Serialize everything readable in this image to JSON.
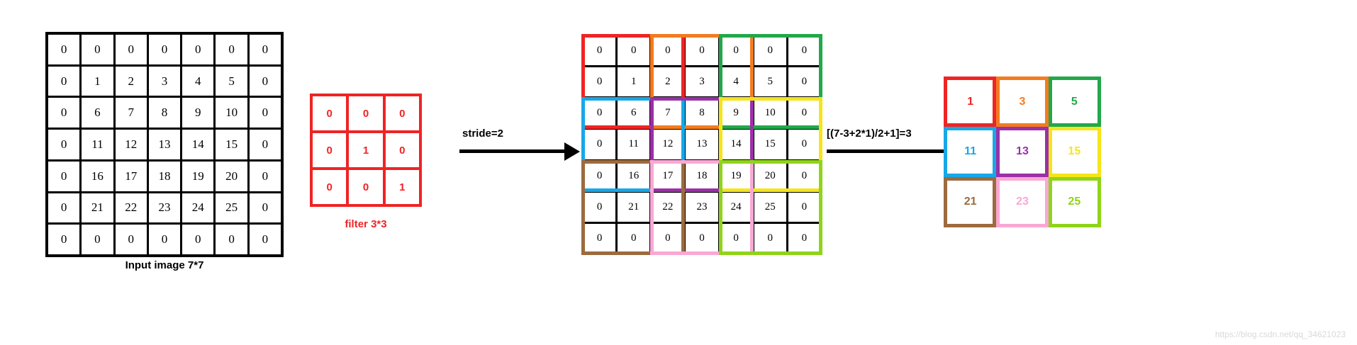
{
  "input": {
    "caption": "Input image 7*7",
    "rows": [
      [
        "0",
        "0",
        "0",
        "0",
        "0",
        "0",
        "0"
      ],
      [
        "0",
        "1",
        "2",
        "3",
        "4",
        "5",
        "0"
      ],
      [
        "0",
        "6",
        "7",
        "8",
        "9",
        "10",
        "0"
      ],
      [
        "0",
        "11",
        "12",
        "13",
        "14",
        "15",
        "0"
      ],
      [
        "0",
        "16",
        "17",
        "18",
        "19",
        "20",
        "0"
      ],
      [
        "0",
        "21",
        "22",
        "23",
        "24",
        "25",
        "0"
      ],
      [
        "0",
        "0",
        "0",
        "0",
        "0",
        "0",
        "0"
      ]
    ]
  },
  "filter": {
    "caption": "filter 3*3",
    "color": "#ef2424",
    "rows": [
      [
        "0",
        "0",
        "0"
      ],
      [
        "0",
        "1",
        "0"
      ],
      [
        "0",
        "0",
        "1"
      ]
    ]
  },
  "arrows": {
    "stride_label": "stride=2",
    "formula_label": "[(7-3+2*1)/2+1]=3"
  },
  "middle": {
    "rows": [
      [
        "0",
        "0",
        "0",
        "0",
        "0",
        "0",
        "0"
      ],
      [
        "0",
        "1",
        "2",
        "3",
        "4",
        "5",
        "0"
      ],
      [
        "0",
        "6",
        "7",
        "8",
        "9",
        "10",
        "0"
      ],
      [
        "0",
        "11",
        "12",
        "13",
        "14",
        "15",
        "0"
      ],
      [
        "0",
        "16",
        "17",
        "18",
        "19",
        "20",
        "0"
      ],
      [
        "0",
        "21",
        "22",
        "23",
        "24",
        "25",
        "0"
      ],
      [
        "0",
        "0",
        "0",
        "0",
        "0",
        "0",
        "0"
      ]
    ],
    "windows": [
      {
        "name": "window-red",
        "color": "#ef2424",
        "row": 0,
        "col": 0
      },
      {
        "name": "window-orange",
        "color": "#f47b20",
        "row": 0,
        "col": 2
      },
      {
        "name": "window-green",
        "color": "#22a84a",
        "row": 0,
        "col": 4
      },
      {
        "name": "window-blue",
        "color": "#17a8e8",
        "row": 2,
        "col": 0
      },
      {
        "name": "window-purple",
        "color": "#9b30a8",
        "row": 2,
        "col": 2
      },
      {
        "name": "window-yellow",
        "color": "#f5e51a",
        "row": 2,
        "col": 4
      },
      {
        "name": "window-brown",
        "color": "#9c6b3f",
        "row": 4,
        "col": 0
      },
      {
        "name": "window-pink",
        "color": "#f9a8d4",
        "row": 4,
        "col": 2
      },
      {
        "name": "window-lightgreen",
        "color": "#8fd41a",
        "row": 4,
        "col": 4
      }
    ]
  },
  "output": {
    "rows": [
      [
        "1",
        "3",
        "5"
      ],
      [
        "11",
        "13",
        "15"
      ],
      [
        "21",
        "23",
        "25"
      ]
    ],
    "cell_colors": [
      [
        "#ef2424",
        "#f47b20",
        "#22a84a"
      ],
      [
        "#17a8e8",
        "#9b30a8",
        "#f5e51a"
      ],
      [
        "#9c6b3f",
        "#f9a8d4",
        "#8fd41a"
      ]
    ]
  },
  "watermark": "https://blog.csdn.net/qq_34621023"
}
